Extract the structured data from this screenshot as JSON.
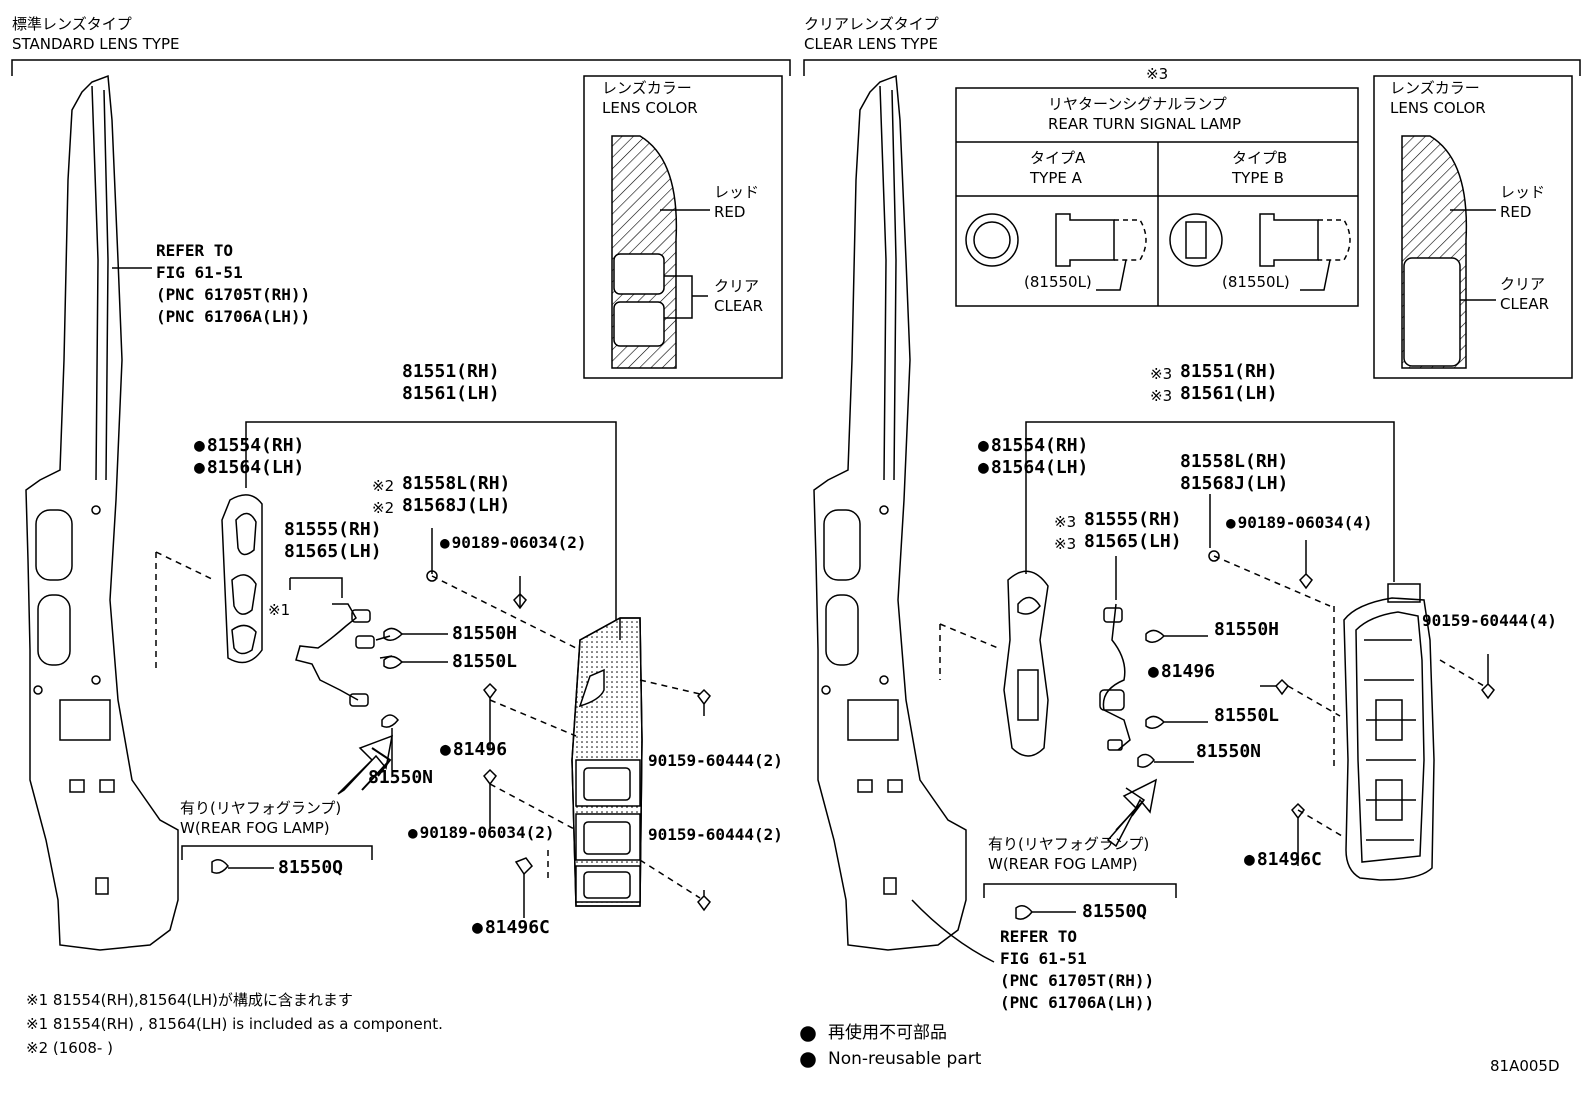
{
  "sections": {
    "standard": {
      "title_jp": "標準レンズタイプ",
      "title_en": "STANDARD LENS TYPE"
    },
    "clear": {
      "title_jp": "クリアレンズタイプ",
      "title_en": "CLEAR LENS TYPE"
    }
  },
  "lens_color": {
    "title_jp": "レンズカラー",
    "title_en": "LENS COLOR",
    "red_jp": "レッド",
    "red_en": "RED",
    "clear_jp": "クリア",
    "clear_en": "CLEAR"
  },
  "turn_signal": {
    "note": "※3",
    "title_jp": "リヤターンシグナルランプ",
    "title_en": "REAR TURN SIGNAL LAMP",
    "type_a_jp": "タイプA",
    "type_a_en": "TYPE A",
    "type_b_jp": "タイプB",
    "type_b_en": "TYPE B",
    "part_a": "(81550L)",
    "part_b": "(81550L)"
  },
  "refer": {
    "line1": "REFER TO",
    "line2": "FIG 61-51",
    "line3": "(PNC 61705T(RH))",
    "line4": "(PNC 61706A(LH))"
  },
  "left_parts": {
    "p81551": "81551(RH)",
    "p81561": "81561(LH)",
    "p81554": "81554(RH)",
    "p81564": "81564(LH)",
    "p81558": "81558L(RH)",
    "p81568": "81568J(LH)",
    "note2a": "※2",
    "note2b": "※2",
    "p81555": "81555(RH)",
    "p81565": "81565(LH)",
    "note1": "※1",
    "p90189a": "90189-06034(2)",
    "p81550H": "81550H",
    "p81550L": "81550L",
    "p81550N": "81550N",
    "p81496": "81496",
    "p90159a": "90159-60444(2)",
    "p90189b": "90189-06034(2)",
    "p90159b": "90159-60444(2)",
    "p81496C": "81496C",
    "p81550Q": "81550Q",
    "fog_jp": "有り(リヤフォグランプ)",
    "fog_en": "W(REAR FOG LAMP)"
  },
  "right_parts": {
    "note3a": "※3",
    "note3b": "※3",
    "note3c": "※3",
    "note3d": "※3",
    "p81551": "81551(RH)",
    "p81561": "81561(LH)",
    "p81554": "81554(RH)",
    "p81564": "81564(LH)",
    "p81558": "81558L(RH)",
    "p81568": "81568J(LH)",
    "p81555": "81555(RH)",
    "p81565": "81565(LH)",
    "p90189": "90189-06034(4)",
    "p90159": "90159-60444(4)",
    "p81550H": "81550H",
    "p81496": "81496",
    "p81550L": "81550L",
    "p81550N": "81550N",
    "p81496C": "81496C",
    "p81550Q": "81550Q",
    "fog_jp": "有り(リヤフォグランプ)",
    "fog_en": "W(REAR FOG LAMP)"
  },
  "footnotes": {
    "n1_jp": "※1 81554(RH),81564(LH)が構成に含まれます",
    "n1_en": "※1 81554(RH) , 81564(LH) is included as a component.",
    "n2": "※2 (1608-        )"
  },
  "legend": {
    "jp": "再使用不可部品",
    "en": "Non-reusable part"
  },
  "diagram_code": "81A005D"
}
